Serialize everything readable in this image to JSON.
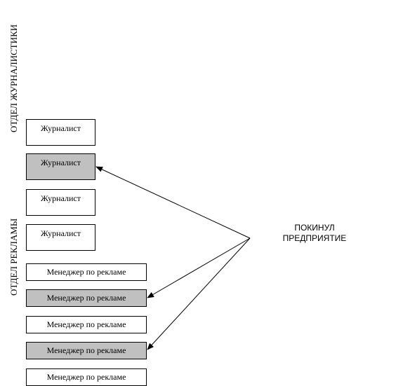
{
  "departments": {
    "journalism": "ОТДЕЛ ЖУРНАЛИСТИКИ",
    "advertising": "ОТДЕЛ РЕКЛАМЫ"
  },
  "boxes": [
    {
      "label": "Журналист",
      "highlighted": false
    },
    {
      "label": "Журналист",
      "highlighted": true
    },
    {
      "label": "Журналист",
      "highlighted": false
    },
    {
      "label": "Журналист",
      "highlighted": false
    },
    {
      "label": "Менеджер по рекламе",
      "highlighted": false
    },
    {
      "label": "Менеджер по рекламе",
      "highlighted": true
    },
    {
      "label": "Менеджер по рекламе",
      "highlighted": false
    },
    {
      "label": "Менеджер по рекламе",
      "highlighted": true
    },
    {
      "label": "Менеджер по рекламе",
      "highlighted": false
    }
  ],
  "annotation": {
    "line1": "ПОКИНУЛ",
    "line2": "ПРЕДПРИЯТИЕ"
  },
  "colors": {
    "highlight": "#c0c0c0",
    "stroke": "#000000"
  }
}
